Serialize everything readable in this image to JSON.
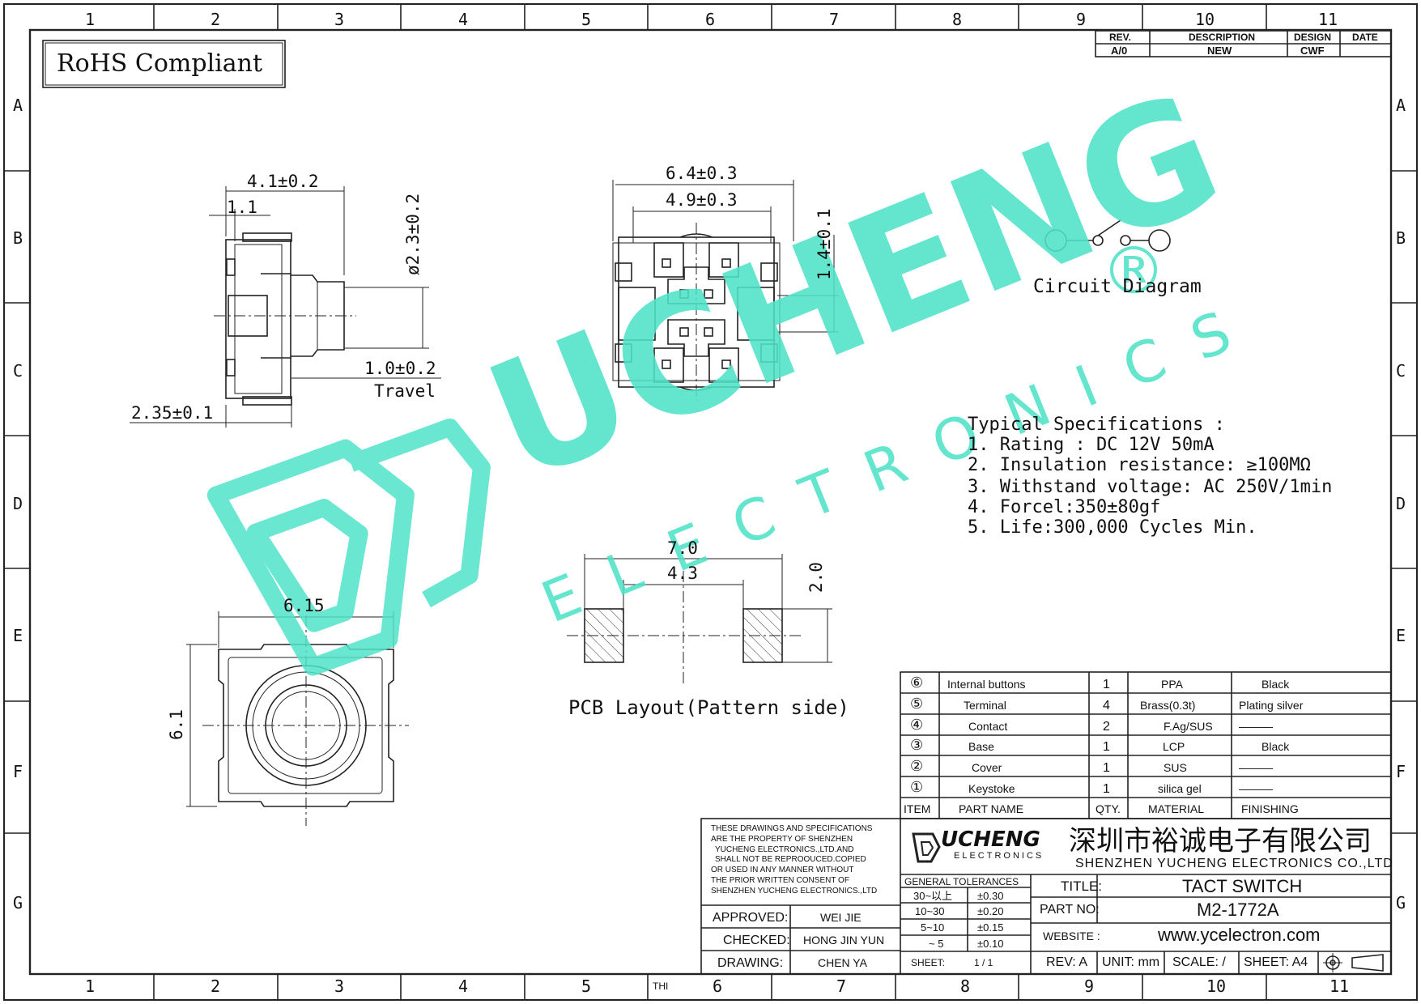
{
  "frame": {
    "columns": [
      "1",
      "2",
      "3",
      "4",
      "5",
      "6",
      "7",
      "8",
      "9",
      "10",
      "11"
    ],
    "rows": [
      "A",
      "B",
      "C",
      "D",
      "E",
      "F",
      "G"
    ],
    "bottom_thi": "THI"
  },
  "rohs": "RoHS Compliant",
  "revision": {
    "headers": [
      "REV.",
      "DESCRIPTION",
      "DESIGN",
      "DATE"
    ],
    "row": [
      "A/0",
      "NEW",
      "CWF",
      ""
    ]
  },
  "side_view": {
    "width": "4.1±0.2",
    "offset": "1.1",
    "diameter": "ø2.3±0.2",
    "travel_value": "1.0±0.2",
    "travel_label": "Travel",
    "depth": "2.35±0.1"
  },
  "front_view": {
    "outer_width": "6.4±0.3",
    "inner_width": "4.9±0.3",
    "height": "1.4±0.1"
  },
  "top_view": {
    "width": "6.15",
    "height": "6.1"
  },
  "pcb": {
    "outer": "7.0",
    "inner": "4.3",
    "pad": "2.0",
    "label": "PCB Layout(Pattern side)"
  },
  "circuit_label": "Circuit Diagram",
  "specs": {
    "title": "Typical Specifications :",
    "items": [
      "1. Rating : DC 12V 50mA",
      "2. Insulation resistance: ≥100MΩ",
      "3. Withstand voltage: AC 250V/1min",
      "4. Forcel:350±80gf",
      "5. Life:300,000 Cycles Min."
    ]
  },
  "watermark": {
    "brand": "UCHENG",
    "sub": "ELECTRONICS",
    "reg": "®"
  },
  "bom": {
    "rows": [
      {
        "no": "⑥",
        "name": "Internal buttons",
        "qty": "1",
        "material": "PPA",
        "finishing": "Black"
      },
      {
        "no": "⑤",
        "name": "Terminal",
        "qty": "4",
        "material": "Brass(0.3t)",
        "finishing": "Plating silver"
      },
      {
        "no": "④",
        "name": "Contact",
        "qty": "2",
        "material": "F.Ag/SUS",
        "finishing": "———"
      },
      {
        "no": "③",
        "name": "Base",
        "qty": "1",
        "material": "LCP",
        "finishing": "Black"
      },
      {
        "no": "②",
        "name": "Cover",
        "qty": "1",
        "material": "SUS",
        "finishing": "———"
      },
      {
        "no": "①",
        "name": "Keystoke",
        "qty": "1",
        "material": "silica gel",
        "finishing": "———"
      }
    ],
    "header": {
      "no": "ITEM",
      "name": "PART NAME",
      "qty": "QTY.",
      "material": "MATERIAL",
      "finishing": "FINISHING"
    }
  },
  "title_block": {
    "notice": [
      "THESE DRAWINGS AND SPECIFICATIONS",
      "ARE THE PROPERTY OF SHENZHEN",
      "YUCHENG ELECTRONICS.,LTD.AND",
      "SHALL NOT BE REPROOUCED.COPIED",
      "OR USED IN ANY MANNER WITHOUT",
      "THE PRIOR WRITTEN CONSENT OF",
      "SHENZHEN YUCHENG ELECTRONICS.,LTD"
    ],
    "logo_main": "UCHENG",
    "logo_sub": "ELECTRONICS",
    "company_cn": "深圳市裕诚电子有限公司",
    "company_en": "SHENZHEN YUCHENG ELECTRONICS CO.,LTD",
    "approved_label": "APPROVED:",
    "approved": "WEI JIE",
    "checked_label": "CHECKED:",
    "checked": "HONG JIN YUN",
    "drawing_label": "DRAWING:",
    "drawing": "CHEN YA",
    "tol_title": "GENERAL TOLERANCES",
    "tolerances": [
      {
        "range": "30~以上",
        "tol": "±0.30"
      },
      {
        "range": "10~30",
        "tol": "±0.20"
      },
      {
        "range": "5~10",
        "tol": "±0.15"
      },
      {
        "range": "~ 5",
        "tol": "±0.10"
      }
    ],
    "sheet_label": "SHEET:",
    "sheet": "1 / 1",
    "title_label": "TITLE:",
    "title": "TACT SWITCH",
    "part_label": "PART NO:",
    "part": "M2-1772A",
    "website_label": "WEBSITE :",
    "website": "www.ycelectron.com",
    "rev": "REV: A",
    "unit": "UNIT: mm",
    "scale": "SCALE: /",
    "sheet_size": "SHEET: A4"
  }
}
